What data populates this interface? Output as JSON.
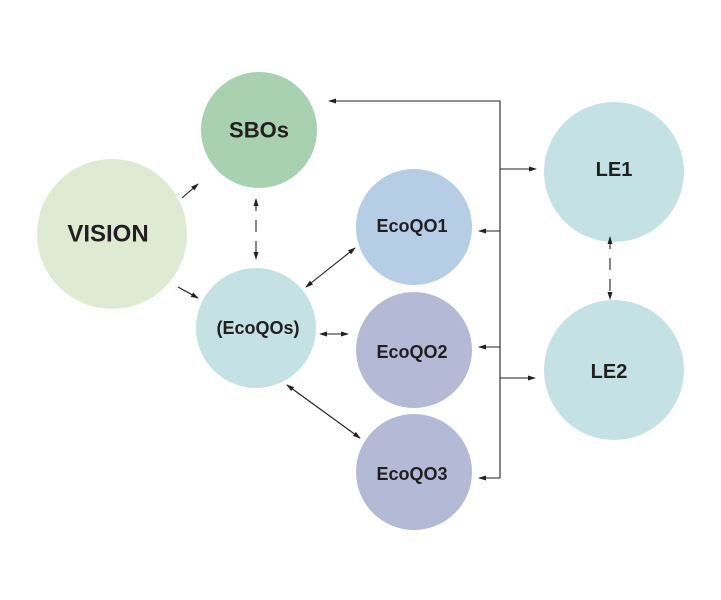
{
  "diagram": {
    "type": "concept-map",
    "nodes": [
      {
        "id": "vision",
        "label": "VISION",
        "color": "#deebd2"
      },
      {
        "id": "sbos",
        "label": "SBOs",
        "color": "#a8d1b0"
      },
      {
        "id": "ecoqos",
        "label": "(EcoQOs)",
        "color": "#c4e1e3"
      },
      {
        "id": "ecoqo1",
        "label": "EcoQO1",
        "color": "#b5cde5"
      },
      {
        "id": "ecoqo2",
        "label": "EcoQO2",
        "color": "#b4bad6"
      },
      {
        "id": "ecoqo3",
        "label": "EcoQO3",
        "color": "#b4bad6"
      },
      {
        "id": "le1",
        "label": "LE1",
        "color": "#c4e1e3"
      },
      {
        "id": "le2",
        "label": "LE2",
        "color": "#c4e1e3"
      }
    ],
    "edges": [
      {
        "from": "vision",
        "to": "sbos",
        "style": "solid",
        "direction": "forward"
      },
      {
        "from": "vision",
        "to": "ecoqos",
        "style": "solid",
        "direction": "forward"
      },
      {
        "from": "sbos",
        "to": "ecoqos",
        "style": "dashed",
        "direction": "both"
      },
      {
        "from": "ecoqos",
        "to": "ecoqo1",
        "style": "solid",
        "direction": "both"
      },
      {
        "from": "ecoqos",
        "to": "ecoqo2",
        "style": "solid",
        "direction": "both"
      },
      {
        "from": "ecoqos",
        "to": "ecoqo3",
        "style": "solid",
        "direction": "both"
      },
      {
        "from": "le1",
        "to": "le2",
        "style": "dashed",
        "direction": "both"
      },
      {
        "from": "bus",
        "to": "sbos",
        "style": "solid",
        "direction": "forward"
      },
      {
        "from": "bus",
        "to": "le1",
        "style": "solid",
        "direction": "forward"
      },
      {
        "from": "bus",
        "to": "ecoqo1",
        "style": "solid",
        "direction": "forward"
      },
      {
        "from": "bus",
        "to": "ecoqo2",
        "style": "solid",
        "direction": "forward"
      },
      {
        "from": "bus",
        "to": "le2",
        "style": "solid",
        "direction": "forward"
      },
      {
        "from": "bus",
        "to": "ecoqo3",
        "style": "solid",
        "direction": "forward"
      }
    ],
    "line_color": "#231f20"
  }
}
